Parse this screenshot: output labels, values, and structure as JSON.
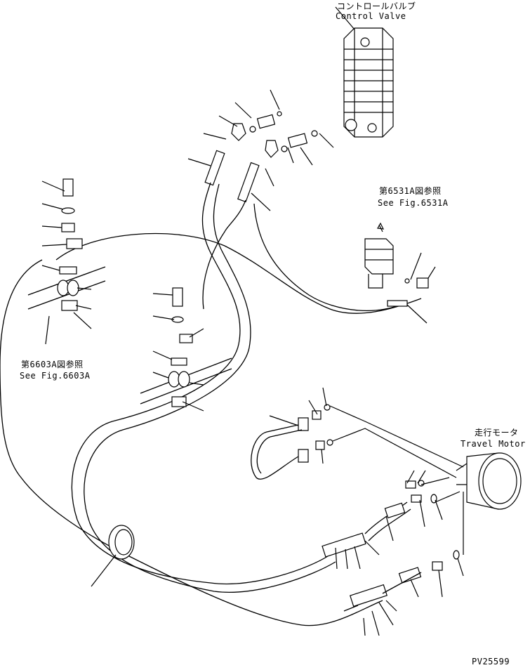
{
  "control_valve": {
    "jp": "コントロールバルブ",
    "en": "Control Valve"
  },
  "ref_6531": {
    "jp": "第6531A図参照",
    "en": "See Fig.6531A"
  },
  "ref_6603": {
    "jp": "第6603A図参照",
    "en": "See Fig.6603A"
  },
  "travel_motor": {
    "jp": "走行モータ",
    "en": "Travel Motor"
  },
  "drawing_number": "PV25599"
}
